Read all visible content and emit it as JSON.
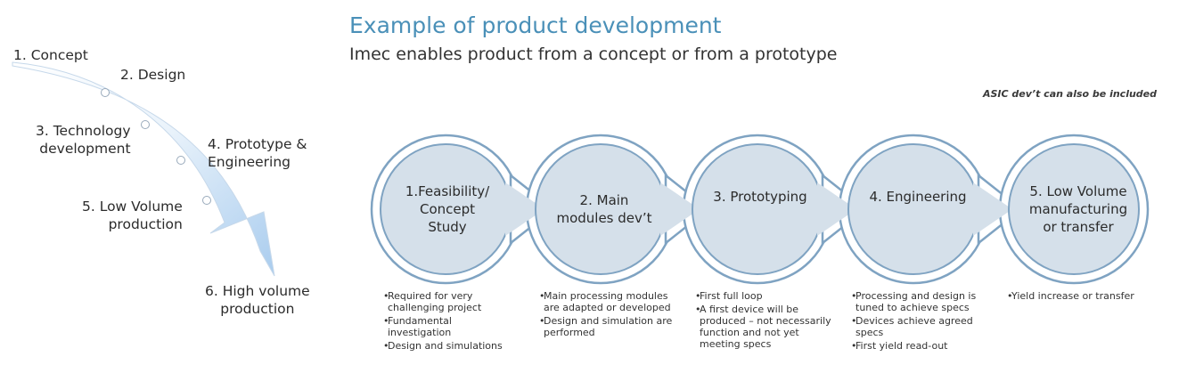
{
  "title": "Example of product development",
  "subtitle": "Imec enables product from a concept or from a prototype",
  "note": "ASIC dev’t can also be included",
  "arrow_steps": [
    {
      "label": "1. Concept"
    },
    {
      "label": "2. Design"
    },
    {
      "label": "3. Technology\ndevelopment"
    },
    {
      "label": "4. Prototype &\nEngineering"
    },
    {
      "label": "5. Low Volume\nproduction"
    },
    {
      "label": "6. High volume\nproduction"
    }
  ],
  "stages": [
    {
      "label": "1.Feasibility/\nConcept\nStudy",
      "bullets": [
        "Required for very challenging project",
        "Fundamental investigation",
        "Design and simulations"
      ]
    },
    {
      "label": "2. Main\nmodules dev’t",
      "bullets": [
        "Main processing modules are adapted or developed",
        "Design and simulation are performed"
      ]
    },
    {
      "label": "3. Prototyping",
      "bullets": [
        "First full loop",
        "A first device will be produced – not necessarily function and not yet meeting specs"
      ]
    },
    {
      "label": "4. Engineering",
      "bullets": [
        "Processing and design is tuned to achieve specs",
        " Devices achieve agreed specs",
        "First yield read-out"
      ]
    },
    {
      "label": "5. Low Volume\nmanufacturing\nor transfer",
      "bullets": [
        "Yield increase or transfer"
      ]
    }
  ],
  "colors": {
    "title": "#4a90b8",
    "circle_fill": "#d5e0ea",
    "circle_stroke": "#7fa3c2",
    "arrow_light": "#ffffff",
    "arrow_dark": "#9cc4ea"
  }
}
